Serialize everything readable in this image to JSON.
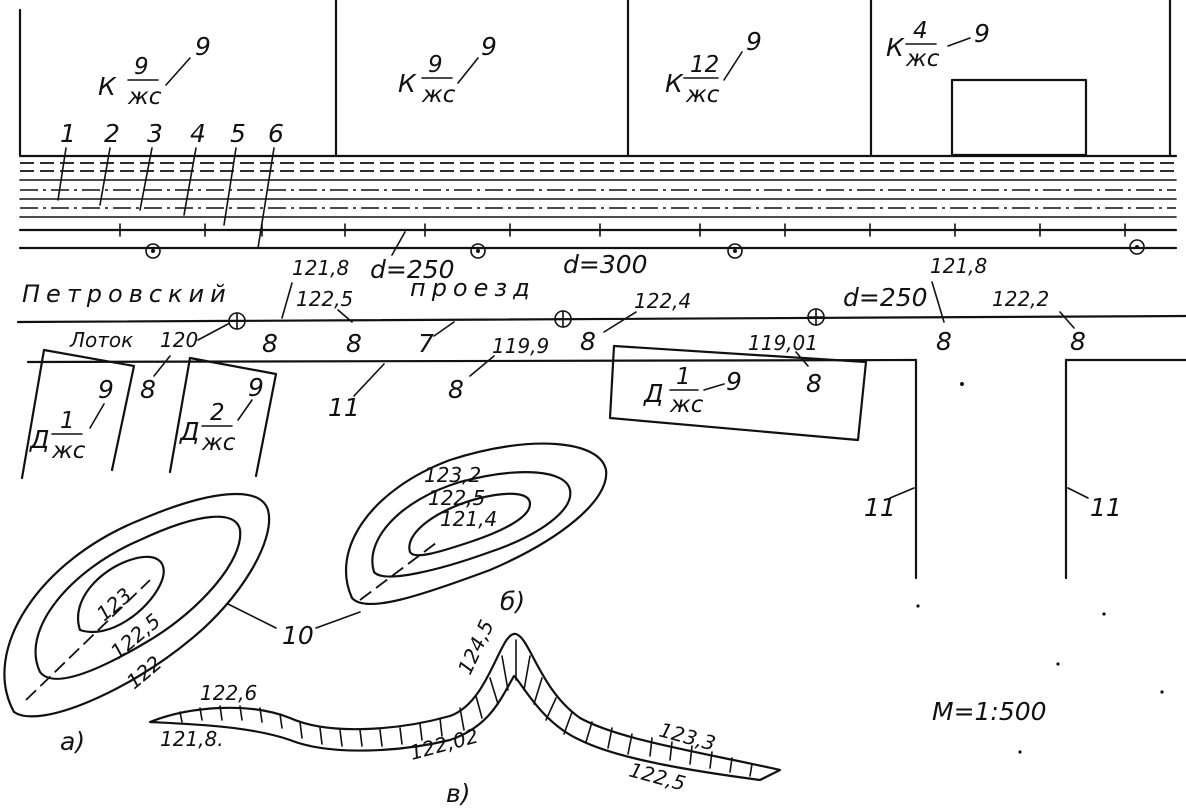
{
  "figure": {
    "scale": "M=1:500",
    "street_name_1": "Петровский",
    "street_name_2": "проезд",
    "tray_label": "Лоток",
    "tray_elevation": "120"
  },
  "blocks": [
    {
      "prefix": "К",
      "num": "9",
      "den": "жс",
      "index": "9"
    },
    {
      "prefix": "К",
      "num": "9",
      "den": "жс",
      "index": "9"
    },
    {
      "prefix": "К",
      "num": "12",
      "den": "жс",
      "index": "9"
    },
    {
      "prefix": "К",
      "num": "4",
      "den": "жс",
      "index": "9"
    },
    {
      "prefix": "Д",
      "num": "1",
      "den": "жс",
      "index": "9"
    },
    {
      "prefix": "Д",
      "num": "2",
      "den": "жс",
      "index": "9"
    },
    {
      "prefix": "Д",
      "num": "1",
      "den": "жс",
      "index": "9"
    }
  ],
  "networks": [
    "1",
    "2",
    "3",
    "4",
    "5",
    "6"
  ],
  "diameters": [
    "d=250",
    "d=300",
    "d=250"
  ],
  "elevations": [
    "121,8",
    "122,5",
    "122,4",
    "119,9",
    "119,01",
    "121,8",
    "122,2"
  ],
  "callouts": {
    "pt8": "8",
    "axis7": "7",
    "curb11": "11",
    "hill10": "10"
  },
  "contours_a": {
    "c1": "123",
    "c2": "122,5",
    "c3": "122",
    "label": "а)"
  },
  "contours_b": {
    "c1": "123,2",
    "c2": "122,5",
    "c3": "121,4",
    "label": "б)"
  },
  "profile_v": {
    "e1": "122,6",
    "e2": "121,8.",
    "e3": "122,02",
    "e4": "124,5",
    "e5": "123,3",
    "e6": "122,5",
    "label": "в)"
  }
}
